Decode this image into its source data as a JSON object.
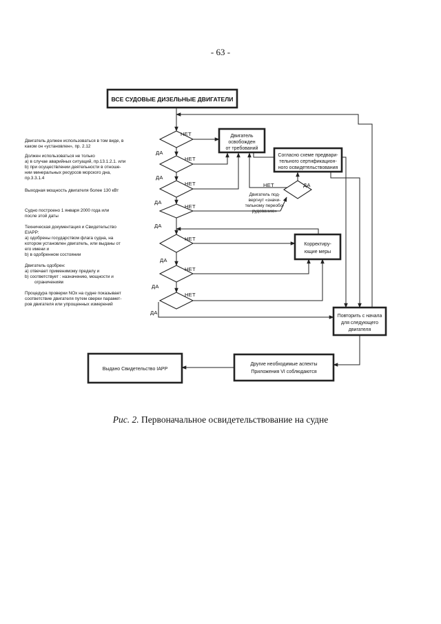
{
  "page_number": "- 63 -",
  "caption": {
    "label": "Рис. 2.",
    "text": "Первоначальное освидетельствование на судне"
  },
  "labels": {
    "yes": "ДА",
    "no": "НЕТ"
  },
  "boxes": {
    "start": "ВСЕ СУДОВЫЕ ДИЗЕЛЬНЫЕ ДВИГАТЕЛИ",
    "exempt": [
      "Двигатель",
      "освобожден",
      "от требований"
    ],
    "scheme": [
      "Согласно схеме предвари-",
      "тельного сертификацион-",
      "ного освидетельствования"
    ],
    "corrective": [
      "Корректиру-",
      "ющие меры"
    ],
    "repeat": [
      "Повторить с начала",
      "для следующего",
      "двигателя"
    ],
    "other": [
      "Другие необходимые аспекты",
      "Приложения VI соблюдаются"
    ],
    "issued": "Выдано Свидетельство IAPP",
    "major_change": [
      "Двигатель под-",
      "вергнут «значи-",
      "тельному переобо-",
      "рудованию»"
    ]
  },
  "conditions": {
    "c1": [
      "Двигатель должен использоваться в том виде, в",
      "каком он «установлен», пр. 2.12"
    ],
    "c2": [
      "Должен использоваться не только",
      "a) в случае аварийных ситуаций, пр.13.1.2.1. или",
      "b) при осуществлении деятельности в отноше-",
      "нии минеральных ресурсов морского дна,",
      "пр.3.3.1.4"
    ],
    "c3": [
      "Выходная мощность двигателя более 130 кВт"
    ],
    "c4": [
      "Судно построено 1 января 2000 года или",
      "после этой даты"
    ],
    "c5": [
      "Техническая документация и Свидетельство",
      "EIAPP:",
      "a) одобрены государством флага судна, на",
      "котором установлен двигатель, или выданы от",
      "его имени и",
      "b) в одобренном состоянии"
    ],
    "c6": [
      "Двигатель одобрен:",
      "a) отвечает применимому пределу и",
      "b) соответствует : назначению, мощности и",
      "ограничениям"
    ],
    "c7": [
      "Процедура проверки NOx на судне показывает",
      "соответствие двигателя путем сверки парамет-",
      "ров двигателя или упрощенных измерений"
    ]
  }
}
